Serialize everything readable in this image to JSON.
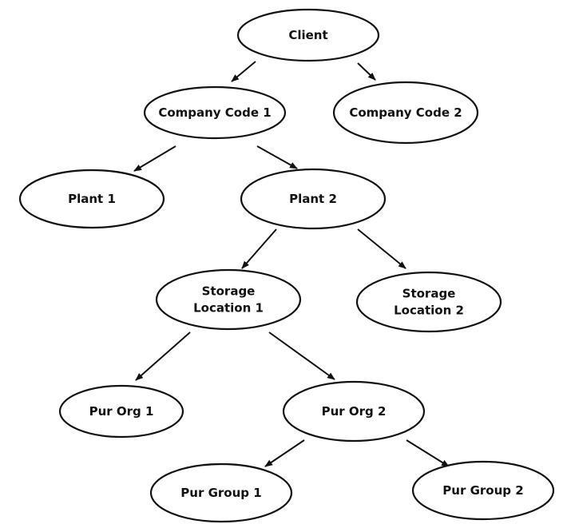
{
  "colors": {
    "stroke": "#111111",
    "fill": "#ffffff",
    "text": "#111111"
  },
  "nodes": [
    {
      "id": "client",
      "lines": [
        "Client"
      ]
    },
    {
      "id": "company-code-1",
      "lines": [
        "Company Code 1"
      ]
    },
    {
      "id": "company-code-2",
      "lines": [
        "Company Code 2"
      ]
    },
    {
      "id": "plant-1",
      "lines": [
        "Plant 1"
      ]
    },
    {
      "id": "plant-2",
      "lines": [
        "Plant 2"
      ]
    },
    {
      "id": "storage-location-1",
      "lines": [
        "Storage",
        "Location 1"
      ]
    },
    {
      "id": "storage-location-2",
      "lines": [
        "Storage",
        "Location 2"
      ]
    },
    {
      "id": "pur-org-1",
      "lines": [
        "Pur Org 1"
      ]
    },
    {
      "id": "pur-org-2",
      "lines": [
        "Pur Org 2"
      ]
    },
    {
      "id": "pur-group-1",
      "lines": [
        "Pur Group 1"
      ]
    },
    {
      "id": "pur-group-2",
      "lines": [
        "Pur Group 2"
      ]
    }
  ],
  "edges": [
    {
      "from": "client",
      "to": "company-code-1"
    },
    {
      "from": "client",
      "to": "company-code-2"
    },
    {
      "from": "company-code-1",
      "to": "plant-1"
    },
    {
      "from": "company-code-1",
      "to": "plant-2"
    },
    {
      "from": "plant-2",
      "to": "storage-location-1"
    },
    {
      "from": "plant-2",
      "to": "storage-location-2"
    },
    {
      "from": "storage-location-1",
      "to": "pur-org-1"
    },
    {
      "from": "storage-location-1",
      "to": "pur-org-2"
    },
    {
      "from": "pur-org-2",
      "to": "pur-group-1"
    },
    {
      "from": "pur-org-2",
      "to": "pur-group-2"
    }
  ]
}
